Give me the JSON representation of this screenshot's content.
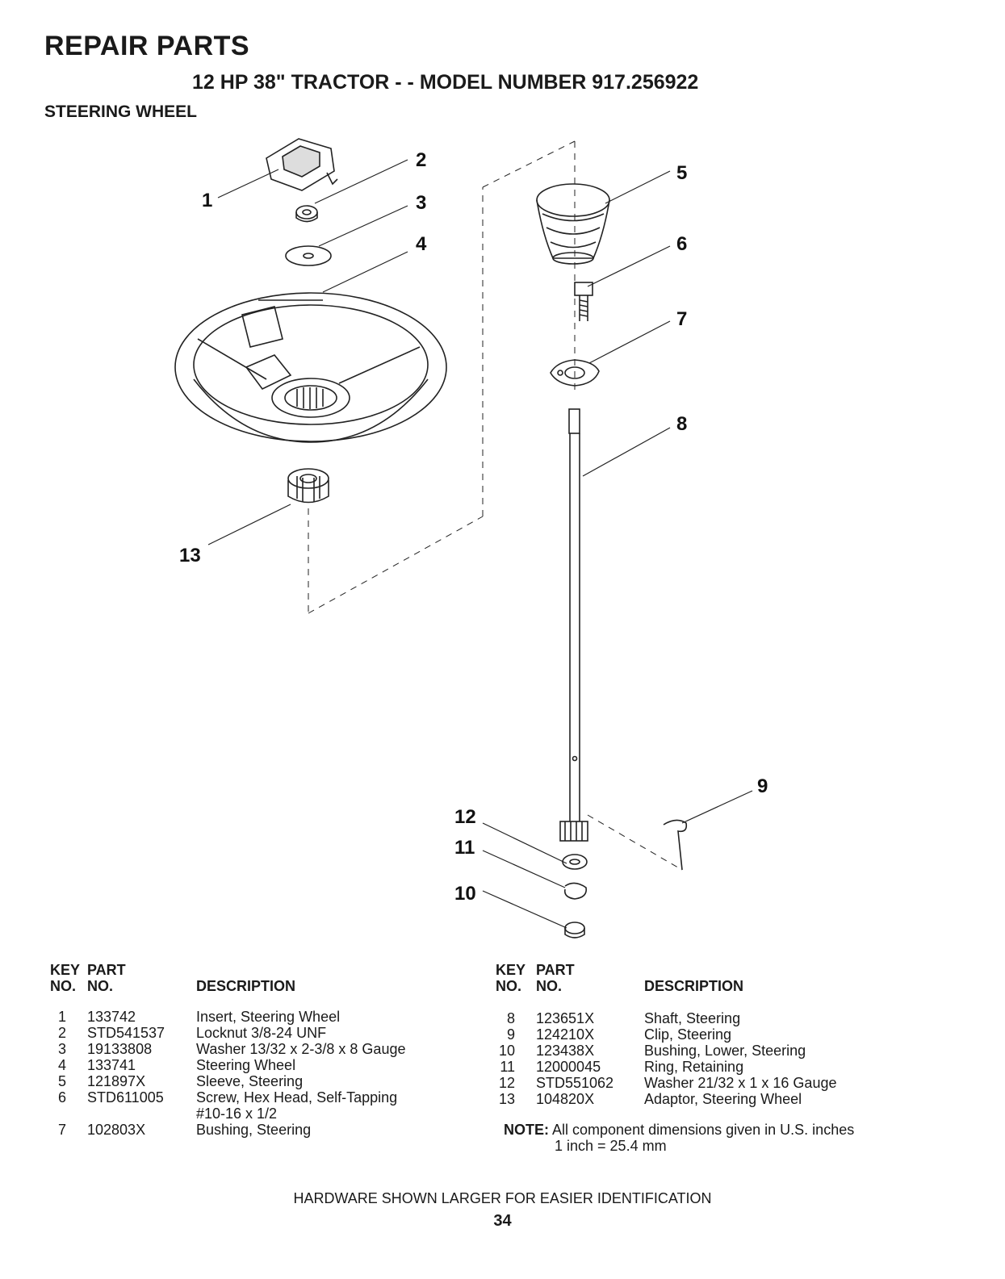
{
  "header": {
    "title": "REPAIR PARTS",
    "subtitle": "12 HP 38\" TRACTOR - - MODEL NUMBER 917.256922",
    "section": "STEERING WHEEL"
  },
  "callouts": [
    "1",
    "2",
    "3",
    "4",
    "5",
    "6",
    "7",
    "8",
    "9",
    "10",
    "11",
    "12",
    "13"
  ],
  "table_headers": {
    "key_line1": "KEY",
    "key_line2": "NO.",
    "part_line1": "PART",
    "part_line2": "NO.",
    "description": "DESCRIPTION"
  },
  "parts_left": [
    {
      "key": "1",
      "part": "133742",
      "desc": "Insert, Steering Wheel"
    },
    {
      "key": "2",
      "part": "STD541537",
      "desc": "Locknut  3/8-24 UNF"
    },
    {
      "key": "3",
      "part": "19133808",
      "desc": "Washer  13/32 x 2-3/8 x 8 Gauge"
    },
    {
      "key": "4",
      "part": "133741",
      "desc": "Steering Wheel"
    },
    {
      "key": "5",
      "part": "121897X",
      "desc": "Sleeve, Steering"
    },
    {
      "key": "6",
      "part": "STD611005",
      "desc": "Screw, Hex Head, Self-Tapping",
      "desc2": "#10-16 x 1/2"
    },
    {
      "key": "7",
      "part": "102803X",
      "desc": "Bushing, Steering"
    }
  ],
  "parts_right": [
    {
      "key": "8",
      "part": "123651X",
      "desc": "Shaft, Steering"
    },
    {
      "key": "9",
      "part": "124210X",
      "desc": "Clip, Steering"
    },
    {
      "key": "10",
      "part": "123438X",
      "desc": "Bushing, Lower, Steering"
    },
    {
      "key": "11",
      "part": "12000045",
      "desc": "Ring, Retaining"
    },
    {
      "key": "12",
      "part": "STD551062",
      "desc": "Washer  21/32 x 1 x 16 Gauge"
    },
    {
      "key": "13",
      "part": "104820X",
      "desc": "Adaptor, Steering Wheel"
    }
  ],
  "note": {
    "label": "NOTE:",
    "line1": "All component dimensions given in U.S. inches",
    "line2": "1 inch = 25.4 mm"
  },
  "footer": {
    "hardware_note": "HARDWARE SHOWN LARGER FOR EASIER IDENTIFICATION",
    "page_number": "34"
  }
}
